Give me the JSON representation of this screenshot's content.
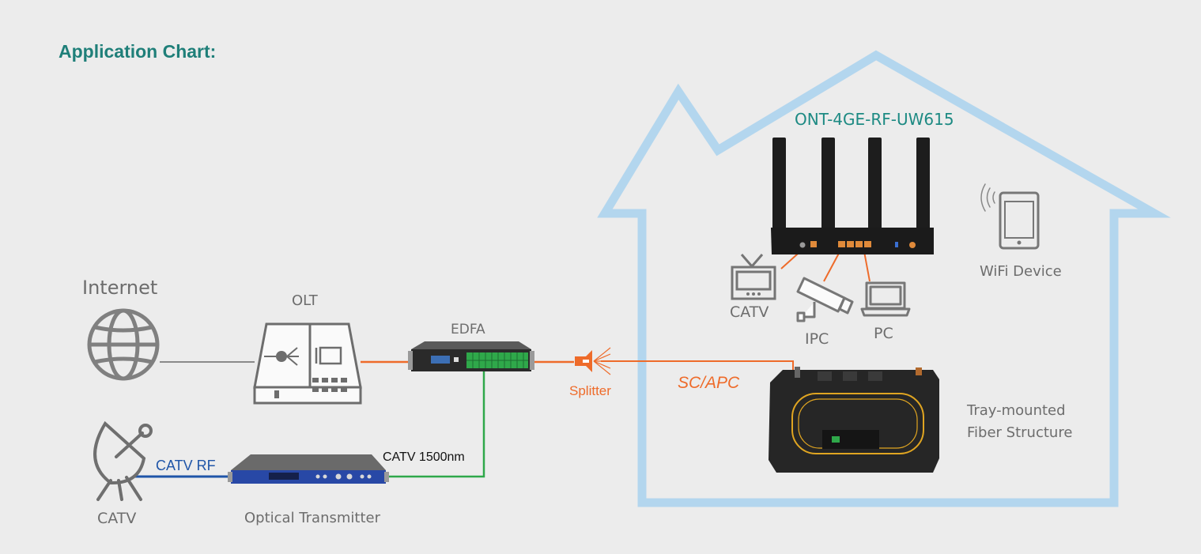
{
  "title": "Application Chart:",
  "labels": {
    "internet": "Internet",
    "olt": "OLT",
    "edfa": "EDFA",
    "splitter": "Splitter",
    "sc_apc": "SC/APC",
    "catv_rf": "CATV RF",
    "catv_1500": "CATV 1500nm",
    "catv_dish": "CATV",
    "optical_transmitter": "Optical Transmitter",
    "ont_model": "ONT-4GE-RF-UW615",
    "catv_tv": "CATV",
    "ipc": "IPC",
    "pc": "PC",
    "wifi_device": "WiFi Device",
    "tray_line1": "Tray-mounted",
    "tray_line2": "Fiber Structure"
  },
  "colors": {
    "title": "#1f7f79",
    "fiber_orange": "#ee6b2a",
    "catv_green": "#2fa84a",
    "rf_blue": "#1f55a8",
    "house_outline": "#b3d6ee",
    "icon_gray": "#8a8a8a",
    "device_black": "#1b1b1b"
  },
  "icons": [
    "globe-icon",
    "olt-icon",
    "edfa-icon",
    "splitter-icon",
    "satellite-dish-icon",
    "optical-transmitter-icon",
    "ont-router-icon",
    "tv-icon",
    "ip-camera-icon",
    "laptop-icon",
    "tablet-icon",
    "wifi-signal-icon",
    "fiber-tray-icon",
    "house-outline"
  ]
}
